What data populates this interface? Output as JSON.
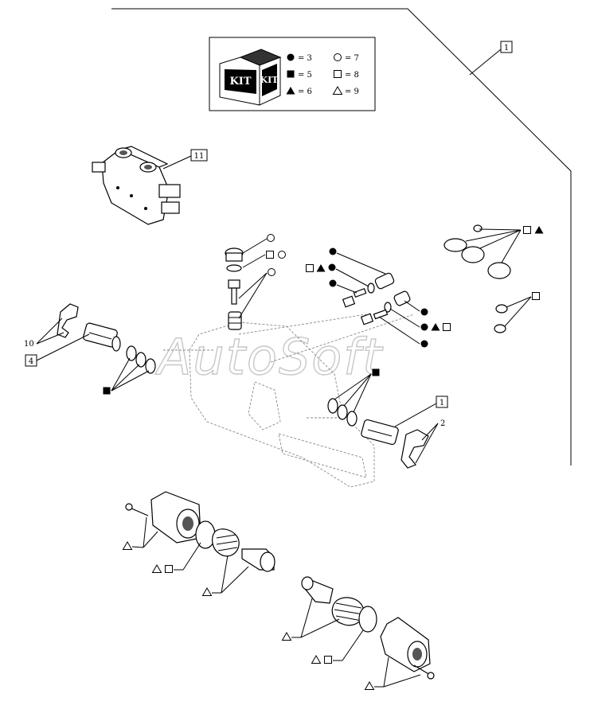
{
  "watermark": "AutoSoft",
  "legend": {
    "kit_label_left": "KIT",
    "kit_label_right": "KIT",
    "entries": [
      {
        "symbol": "filled-circle",
        "text": "= 3"
      },
      {
        "symbol": "open-circle",
        "text": "= 7"
      },
      {
        "symbol": "filled-square",
        "text": "= 5"
      },
      {
        "symbol": "open-square",
        "text": "= 8"
      },
      {
        "symbol": "filled-triangle",
        "text": "= 6"
      },
      {
        "symbol": "open-triangle",
        "text": "= 9"
      }
    ]
  },
  "refs": {
    "r1_top": "1",
    "r11": "11",
    "r10": "10",
    "r4": "4",
    "r1_right": "1",
    "r2": "2"
  }
}
